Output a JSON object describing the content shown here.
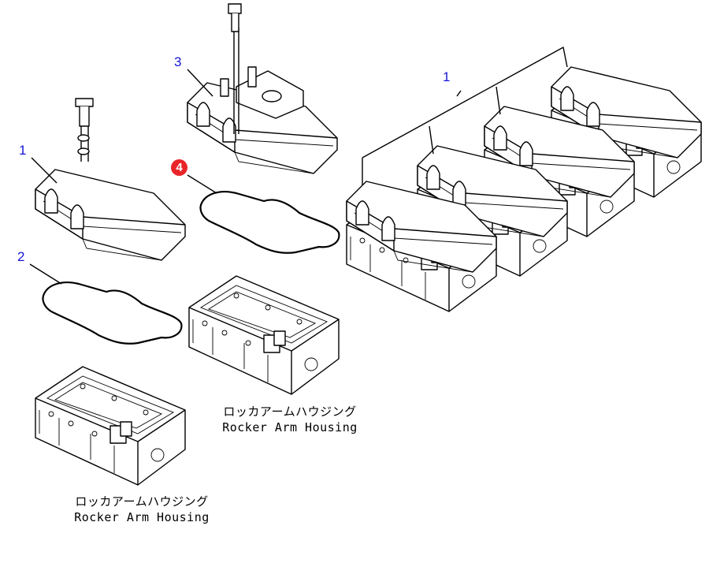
{
  "callouts": {
    "cover_left": "1",
    "gasket_left": "2",
    "cover_with_port": "3",
    "gasket_highlighted": "4",
    "cover_assembly": "1"
  },
  "highlight_color": "#e8262a",
  "callout_color": "#1515d8",
  "captions": [
    {
      "jp": "ロッカアームハウジング",
      "en": "Rocker Arm Housing"
    },
    {
      "jp": "ロッカアームハウジング",
      "en": "Rocker Arm Housing"
    }
  ]
}
